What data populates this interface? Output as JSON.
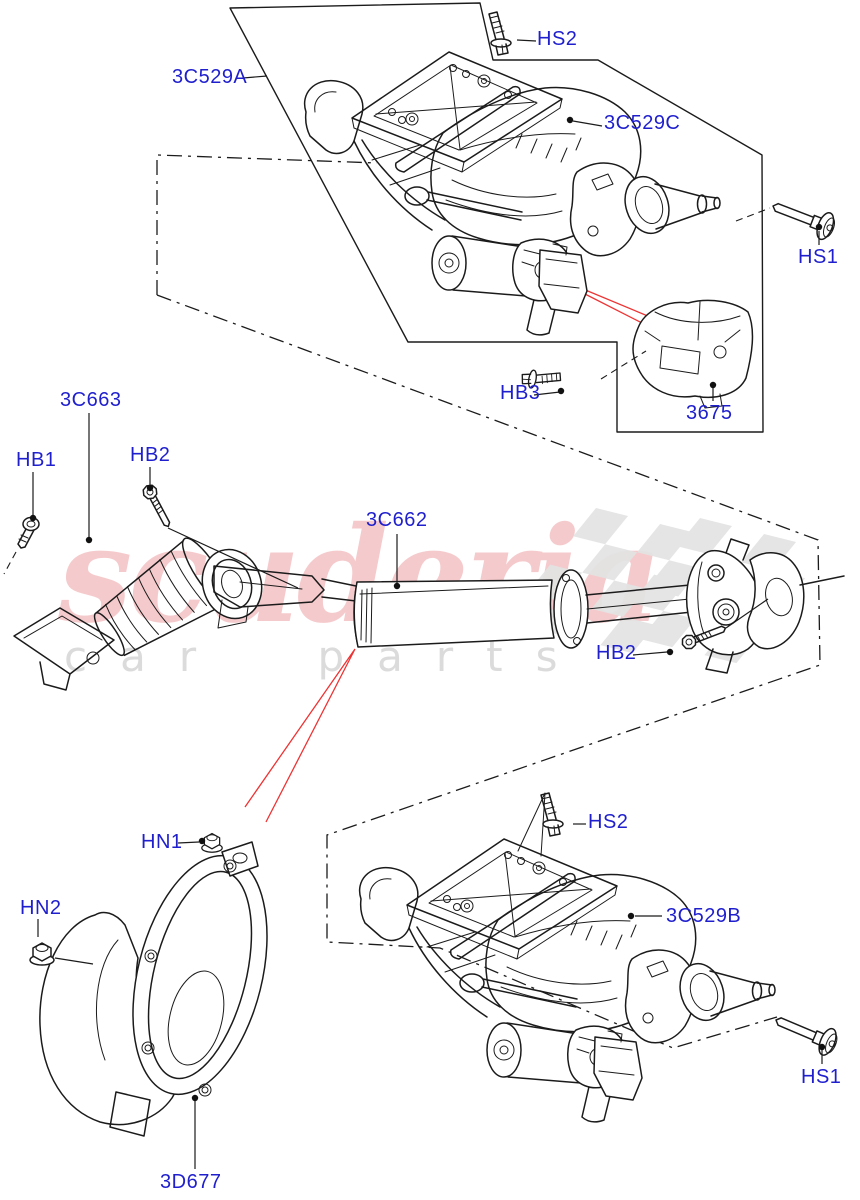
{
  "watermark": {
    "brand": "scuderia",
    "subtitle": "car parts",
    "brand_color": "#f3bcbe",
    "subtitle_color": "#dbdbdb",
    "flag_color": "#e3e3e3"
  },
  "colors": {
    "label": "#1f1fce",
    "line": "#1b1b1b",
    "callout": "#ee3333",
    "background": "#ffffff"
  },
  "diagram_subject": "steering-column-exploded-parts-diagram",
  "labels": [
    {
      "id": "3C529A-upper-column",
      "text": "3C529A"
    },
    {
      "id": "HS2-upper-screw",
      "text": "HS2"
    },
    {
      "id": "3C529C-upper-column",
      "text": "3C529C"
    },
    {
      "id": "HS1-upper-screw",
      "text": "HS1"
    },
    {
      "id": "HB3-bolt",
      "text": "HB3"
    },
    {
      "id": "3675-bracket",
      "text": "3675"
    },
    {
      "id": "3C663-boot",
      "text": "3C663"
    },
    {
      "id": "HB1-bolt",
      "text": "HB1"
    },
    {
      "id": "HB2-bolt-left",
      "text": "HB2"
    },
    {
      "id": "3C662-intermediate-shaft",
      "text": "3C662"
    },
    {
      "id": "HB2-bolt-right",
      "text": "HB2"
    },
    {
      "id": "HN1-nut",
      "text": "HN1"
    },
    {
      "id": "HN2-nut",
      "text": "HN2"
    },
    {
      "id": "3D677-seal",
      "text": "3D677"
    },
    {
      "id": "HS2-lower-screw",
      "text": "HS2"
    },
    {
      "id": "3C529B-lower-column",
      "text": "3C529B"
    },
    {
      "id": "HS1-lower-screw",
      "text": "HS1"
    }
  ]
}
